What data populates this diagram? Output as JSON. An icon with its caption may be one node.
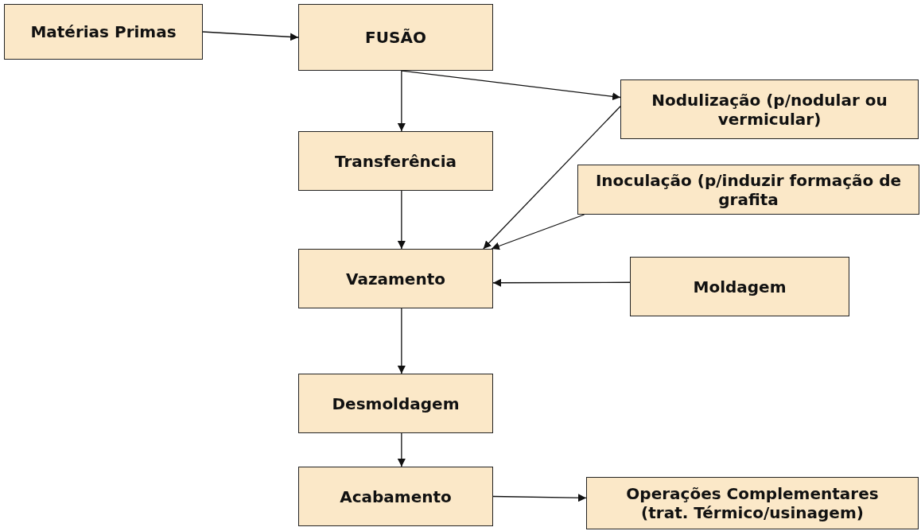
{
  "diagram": {
    "nodes": [
      {
        "text": [
          "Matérias Primas"
        ]
      },
      {
        "text": [
          "FUSÃO"
        ]
      },
      {
        "text": [
          "Nodulização (p/nodular ou vermicular)"
        ]
      },
      {
        "text": [
          "Transferência"
        ]
      },
      {
        "text": [
          "Inoculação (p/induzir formação de grafita"
        ]
      },
      {
        "text": [
          "Vazamento"
        ]
      },
      {
        "text": [
          "Moldagem"
        ]
      },
      {
        "text": [
          "Desmoldagem"
        ]
      },
      {
        "text": [
          "Acabamento"
        ]
      },
      {
        "text": [
          "Operações Complementares (trat. Térmico/usinagem)"
        ]
      }
    ],
    "edges": [
      {
        "from": 0,
        "to": 1,
        "arrow": "to"
      },
      {
        "from": 1,
        "to": 3,
        "arrow": "to"
      },
      {
        "from": 1,
        "to": 2,
        "arrow": "to"
      },
      {
        "from": 2,
        "to": 5,
        "arrow": "to"
      },
      {
        "from": 3,
        "to": 5,
        "arrow": "to"
      },
      {
        "from": 4,
        "to": 5,
        "arrow": "to"
      },
      {
        "from": 6,
        "to": 5,
        "arrow": "to"
      },
      {
        "from": 5,
        "to": 7,
        "arrow": "to"
      },
      {
        "from": 7,
        "to": 8,
        "arrow": "to"
      },
      {
        "from": 8,
        "to": 9,
        "arrow": "to"
      }
    ]
  }
}
